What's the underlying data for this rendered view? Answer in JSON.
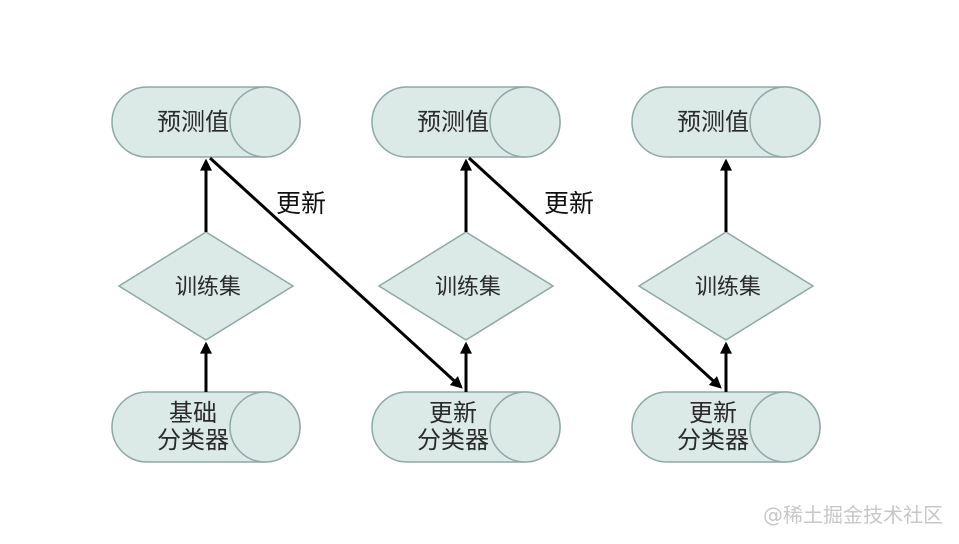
{
  "diagram": {
    "columns": [
      {
        "top": "预测值",
        "middle": "训练集",
        "bottom_line1": "基础",
        "bottom_line2": "分类器"
      },
      {
        "top": "预测值",
        "middle": "训练集",
        "bottom_line1": "更新",
        "bottom_line2": "分类器"
      },
      {
        "top": "预测值",
        "middle": "训练集",
        "bottom_line1": "更新",
        "bottom_line2": "分类器"
      }
    ],
    "update_labels": [
      "更新",
      "更新"
    ],
    "watermark": "@稀土掘金技术社区"
  },
  "colors": {
    "background": "#ffffff",
    "shape_fill": "#dbe9e7",
    "shape_stroke": "#8fa8a6",
    "arrow": "#000000",
    "node_text": "#2a2a2a",
    "edge_text": "#111111",
    "watermark_text": "#c7c7c7"
  }
}
